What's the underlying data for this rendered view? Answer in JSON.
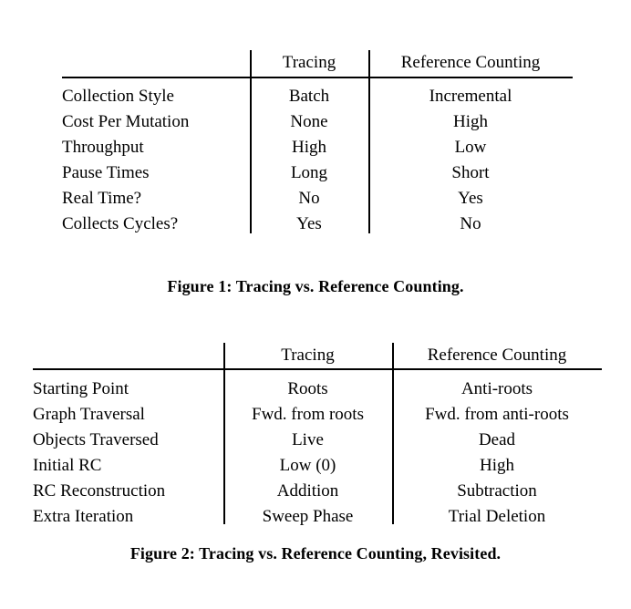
{
  "figures": [
    {
      "id": "figure-1",
      "caption": "Figure 1: Tracing vs. Reference Counting.",
      "table": {
        "columns": [
          "",
          "Tracing",
          "Reference Counting"
        ],
        "rows": [
          {
            "label": "Collection Style",
            "tracing": "Batch",
            "refcounting": "Incremental"
          },
          {
            "label": "Cost Per Mutation",
            "tracing": "None",
            "refcounting": "High"
          },
          {
            "label": "Throughput",
            "tracing": "High",
            "refcounting": "Low"
          },
          {
            "label": "Pause Times",
            "tracing": "Long",
            "refcounting": "Short"
          },
          {
            "label": "Real Time?",
            "tracing": "No",
            "refcounting": "Yes"
          },
          {
            "label": "Collects Cycles?",
            "tracing": "Yes",
            "refcounting": "No"
          }
        ]
      }
    },
    {
      "id": "figure-2",
      "caption": "Figure 2: Tracing vs. Reference Counting, Revisited.",
      "table": {
        "columns": [
          "",
          "Tracing",
          "Reference Counting"
        ],
        "rows": [
          {
            "label": "Starting Point",
            "tracing": "Roots",
            "refcounting": "Anti-roots"
          },
          {
            "label": "Graph Traversal",
            "tracing": "Fwd. from roots",
            "refcounting": "Fwd. from anti-roots"
          },
          {
            "label": "Objects Traversed",
            "tracing": "Live",
            "refcounting": "Dead"
          },
          {
            "label": "Initial RC",
            "tracing": "Low (0)",
            "refcounting": "High"
          },
          {
            "label": "RC Reconstruction",
            "tracing": "Addition",
            "refcounting": "Subtraction"
          },
          {
            "label": "Extra Iteration",
            "tracing": "Sweep Phase",
            "refcounting": "Trial Deletion"
          }
        ]
      }
    }
  ],
  "colors": {
    "page_background": "#ffffff",
    "text": "#000000",
    "rule": "#000000"
  }
}
